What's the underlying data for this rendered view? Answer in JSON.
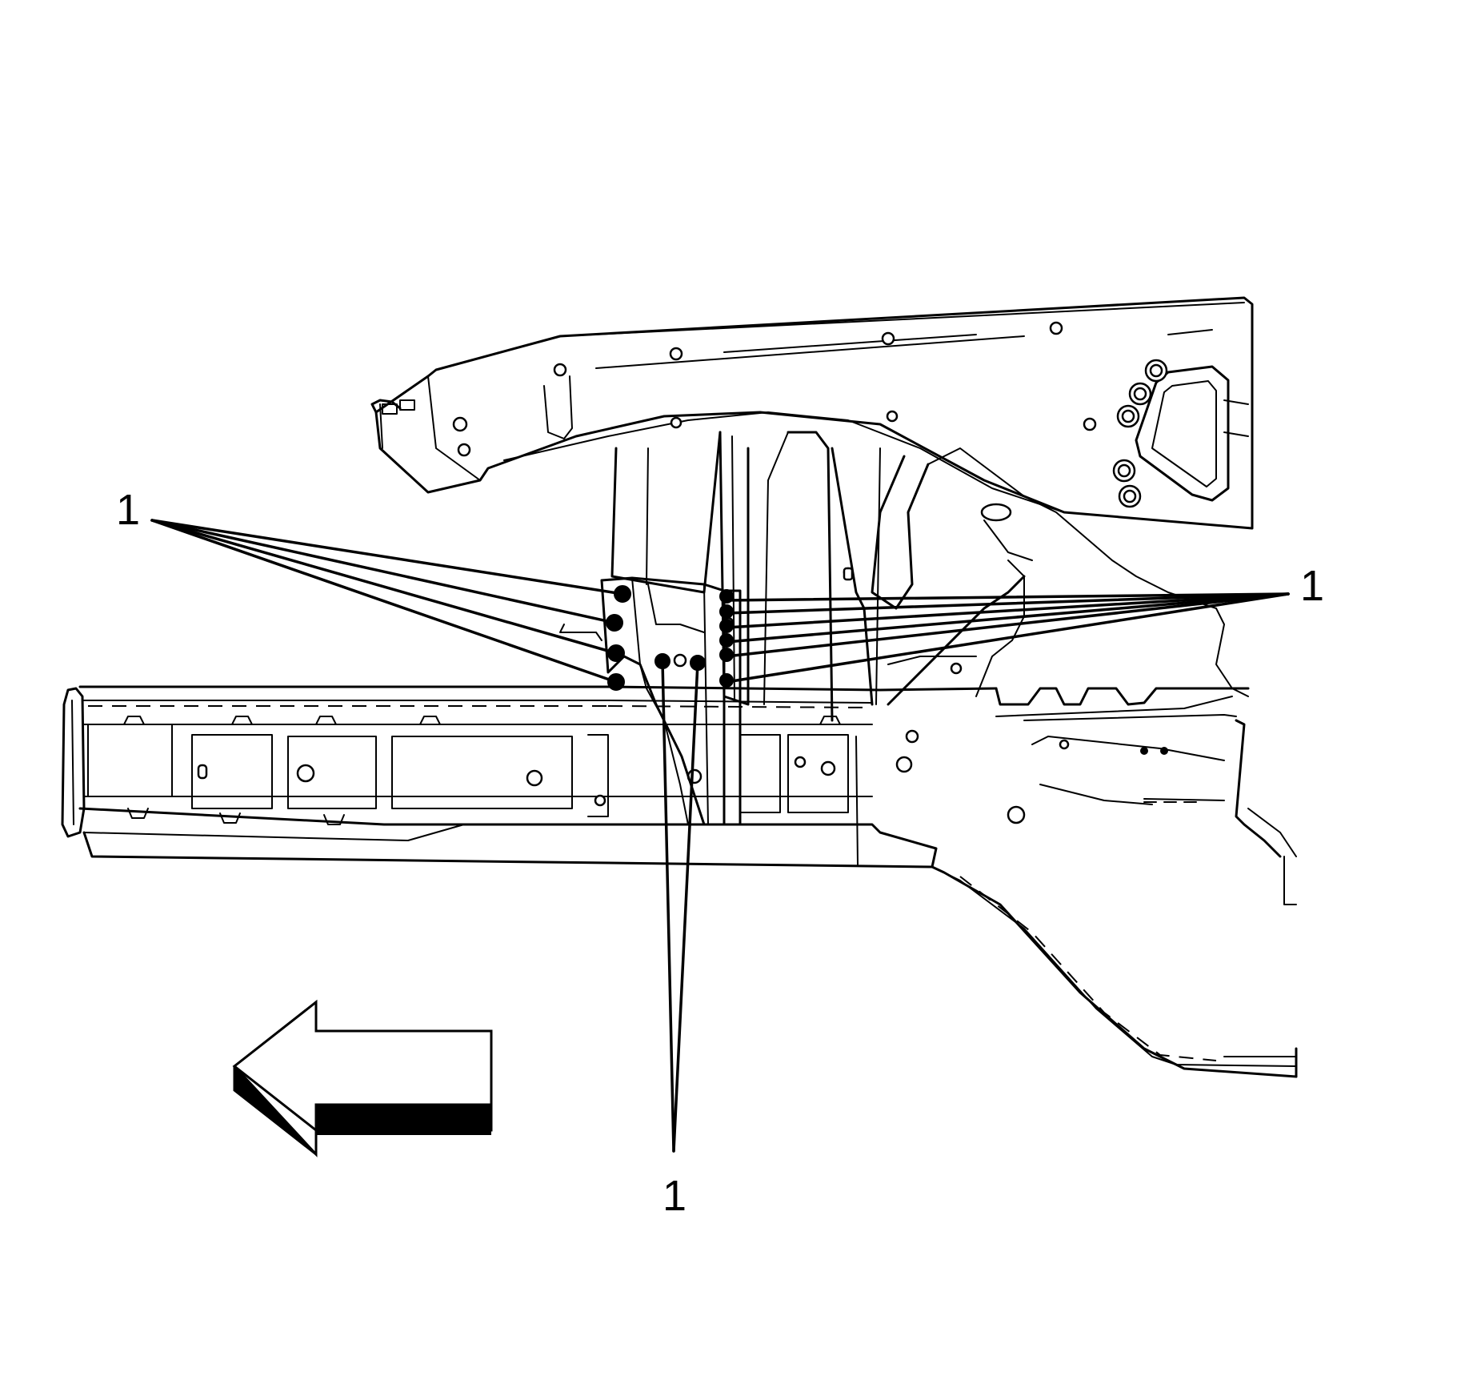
{
  "callouts": {
    "upper_left": "1",
    "right": "1",
    "bottom": "1"
  },
  "colors": {
    "line": "#000000",
    "background": "#ffffff"
  },
  "icons": {
    "direction_arrow": "arrow-left-icon"
  }
}
